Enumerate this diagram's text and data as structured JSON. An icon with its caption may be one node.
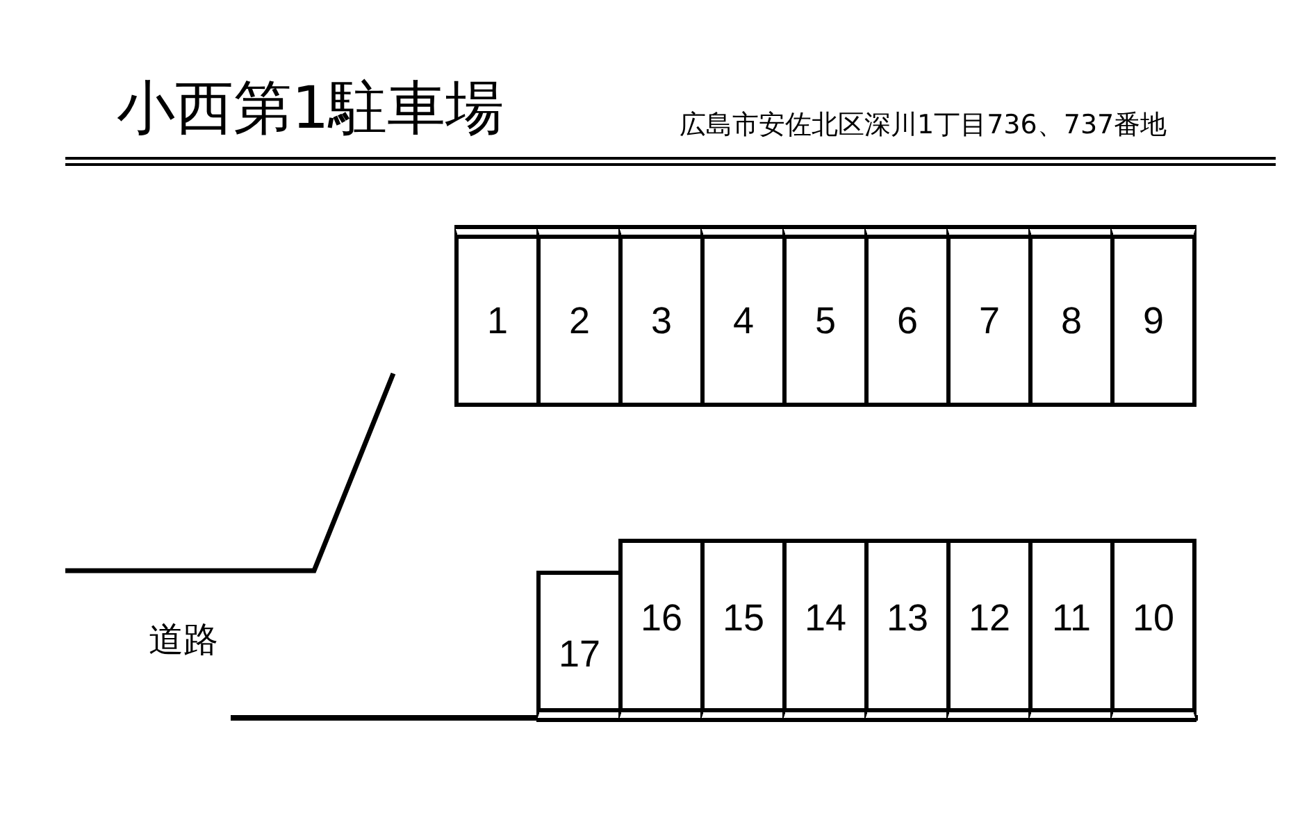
{
  "diagram": {
    "title": "小西第1駐車場",
    "nodes": [
      {
        "text": [
          "1"
        ]
      },
      {
        "text": [
          "2"
        ]
      },
      {
        "text": [
          "3"
        ]
      },
      {
        "text": [
          "4"
        ]
      },
      {
        "text": [
          "5"
        ]
      },
      {
        "text": [
          "6"
        ]
      },
      {
        "text": [
          "7"
        ]
      },
      {
        "text": [
          "8"
        ]
      },
      {
        "text": [
          "9"
        ]
      },
      {
        "text": [
          "17"
        ]
      },
      {
        "text": [
          "16"
        ]
      },
      {
        "text": [
          "15"
        ]
      },
      {
        "text": [
          "14"
        ]
      },
      {
        "text": [
          "13"
        ]
      },
      {
        "text": [
          "12"
        ]
      },
      {
        "text": [
          "11"
        ]
      },
      {
        "text": [
          "10"
        ]
      }
    ],
    "labels": [
      "広島市安佐北区深川1丁目736、737番地",
      "道路"
    ]
  }
}
